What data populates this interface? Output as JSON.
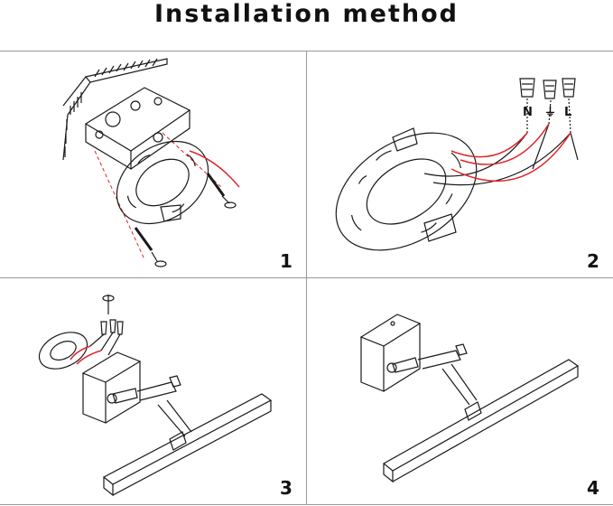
{
  "title": "Installation method",
  "steps": [
    {
      "number": "1"
    },
    {
      "number": "2",
      "wire_labels": [
        "N",
        "⏚",
        "L"
      ]
    },
    {
      "number": "3"
    },
    {
      "number": "4"
    }
  ],
  "colors": {
    "wire_red": "#e0262a",
    "line": "#1a1a1a",
    "divider": "#999999"
  }
}
